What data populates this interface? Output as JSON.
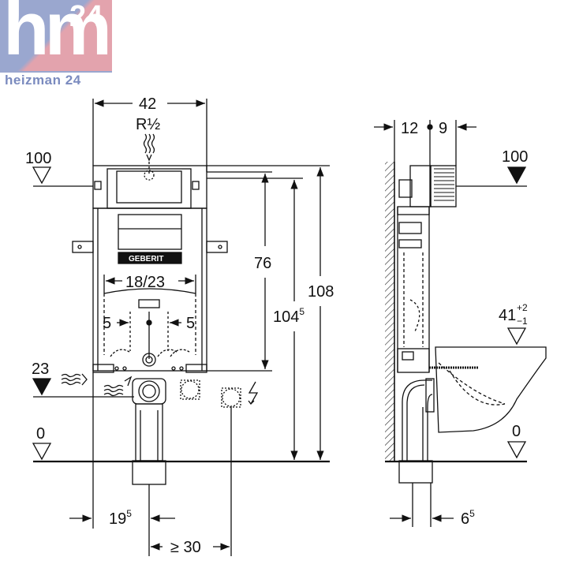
{
  "logo": {
    "mark": "hm",
    "mark_number": "24",
    "name": "heizman 24"
  },
  "front_view": {
    "width_label": "42",
    "thread_label": "R½",
    "level_top": "100",
    "level_side": "23",
    "level_floor": "0",
    "height_76": "76",
    "height_104_base": "104",
    "height_104_sup": "5",
    "height_108": "108",
    "spacing_label": "18/23",
    "left_5": "5",
    "right_5": "5",
    "bottom_left_base": "19",
    "bottom_left_sup": "5",
    "bottom_right": "≥ 30",
    "brand_label": "GEBERIT"
  },
  "side_view": {
    "depth_left": "12",
    "depth_right": "9",
    "level_top": "100",
    "bowl_base": "41",
    "bowl_sup": "+2",
    "bowl_sub": "−1",
    "level_floor": "0",
    "bottom_base": "6",
    "bottom_sup": "5"
  },
  "colors": {
    "line": "#111111",
    "light_line": "#555555",
    "logo_blue": "#9aa7cf",
    "logo_pink": "#e3a3ad",
    "logo_text": "#7b8bbf"
  }
}
